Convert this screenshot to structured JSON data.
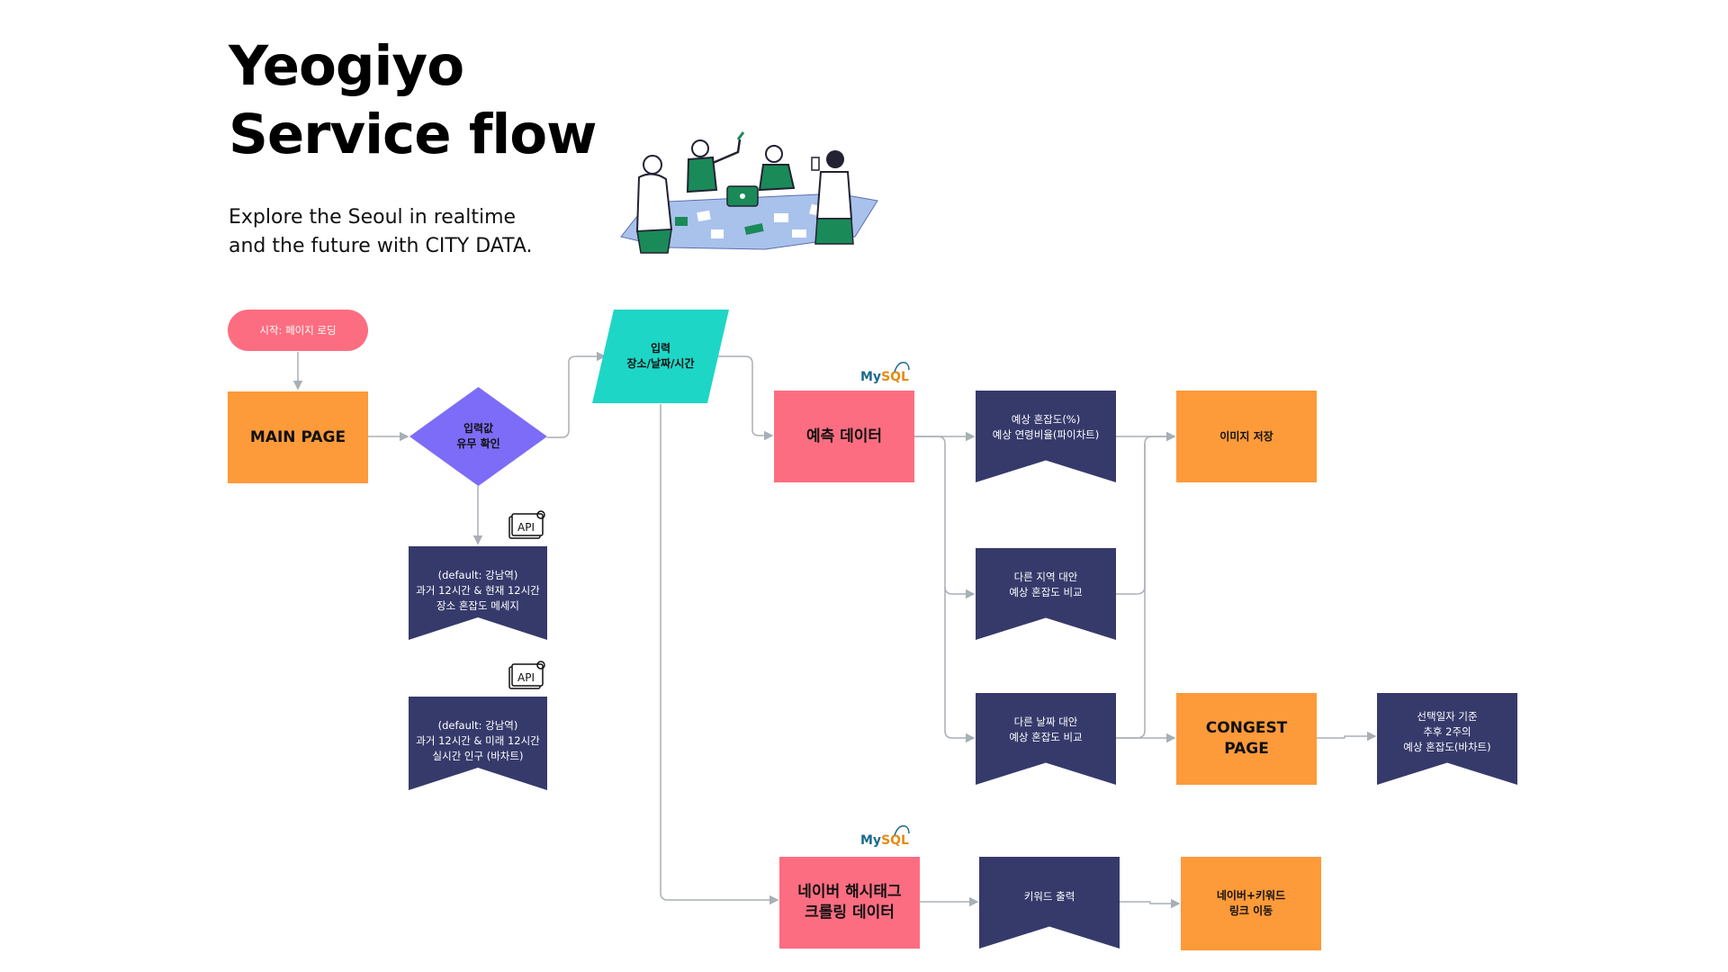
{
  "header": {
    "title_line1": "Yeogiyo",
    "title_line2": "Service flow",
    "subtitle_line1": "Explore the Seoul in realtime",
    "subtitle_line2": "and the future with CITY DATA."
  },
  "illustration": {
    "icon": "team-collaboration-illustration"
  },
  "nodes": {
    "start": "시작: 페이지 로딩",
    "main_page": "MAIN PAGE",
    "decision": "입력값\n유무 확인",
    "input": "입력\n장소/날짜/시간",
    "default_realtime": "(default: 강남역)\n과거 12시간 & 현재 12시간\n장소 혼잡도 메세지",
    "default_future": "(default: 강남역)\n과거 12시간 & 미래 12시간\n실시간 인구 (바차트)",
    "prediction_data": "예측 데이터",
    "predicted_congestion": "예상 혼잡도(%)\n예상 연령비율(파이차트)",
    "other_region": "다른 지역 대안\n예상 혼잡도 비교",
    "other_date": "다른 날짜 대안\n예상 혼잡도 비교",
    "save_image": "이미지 저장",
    "congest_page": "CONGEST\nPAGE",
    "selected_date": "선택일자 기준\n추후 2주의\n예상 혼잡도(바차트)",
    "naver_crawling": "네이버 해시태그\n크롤링 데이터",
    "keyword_output": "키워드 출력",
    "naver_link": "네이버+키워드\n링크 이동"
  },
  "badges": {
    "api_label": "API",
    "mysql_my": "My",
    "mysql_sql": "SQL"
  },
  "colors": {
    "orange": "#fd9a3a",
    "pink": "#fd6d81",
    "navy": "#363a6b",
    "purple": "#7d6cf7",
    "teal": "#1ed6c6",
    "connector": "#a9afb6"
  }
}
